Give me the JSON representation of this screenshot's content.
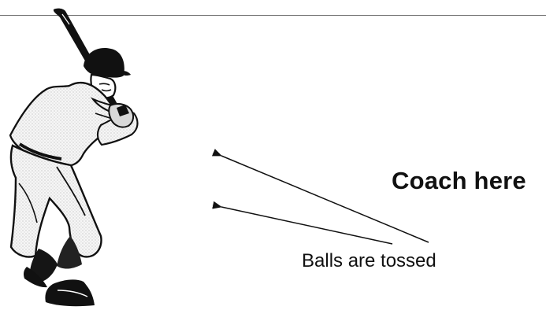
{
  "labels": {
    "coach": "Coach here",
    "toss": "Balls are tossed"
  },
  "figure": {
    "subject": "batter",
    "icons": [
      "baseball-bat-icon",
      "batting-helmet-icon"
    ]
  },
  "colors": {
    "ink": "#111111",
    "rule": "#6f6f6f",
    "uniform": "#f3f3f3",
    "shade": "#cfcfcf"
  }
}
